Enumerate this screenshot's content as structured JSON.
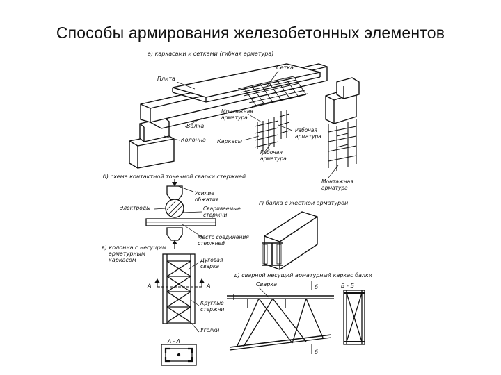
{
  "slide": {
    "title": "Способы армирования железобетонных элементов"
  },
  "figure": {
    "panel_a": {
      "caption": "а) каркасами и сетками    (гибкая   арматура)",
      "labels": {
        "setka": "Сетка",
        "plita": "Плита",
        "montazhnaya_1": "Монтажная",
        "montazhnaya_2": "арматура",
        "balka": "Балка",
        "kolonna": "Колонна",
        "karkasy": "Каркасы",
        "rabochaya_1a": "Рабочая",
        "rabochaya_1b": "арматура",
        "rabochaya_2a": "Рабочая",
        "rabochaya_2b": "арматура",
        "montazhnaya_r1": "Монтажная",
        "montazhnaya_r2": "арматура"
      }
    },
    "panel_b": {
      "caption": "б) схема контактной точечной сварки стержней",
      "labels": {
        "usilie_1": "Усилие",
        "usilie_2": "обжатия",
        "elektrody": "Электроды",
        "svarivaemye_1": "Свариваемые",
        "svarivaemye_2": "стержни",
        "mesto_1": "Место соединения",
        "mesto_2": "стержней"
      }
    },
    "panel_v": {
      "caption_1": "в) колонна с несущим",
      "caption_2": "арматурным",
      "caption_3": "каркасом",
      "labels": {
        "dugovaya_1": "Дуговая",
        "dugovaya_2": "сварка",
        "section_mark_left": "А",
        "section_mark_right": "А",
        "kruglye_1": "Круглые",
        "kruglye_2": "стержни",
        "ugolki": "Уголки",
        "section_title": "А - А"
      }
    },
    "panel_g": {
      "caption": "г) балка с жесткой арматурой"
    },
    "panel_d": {
      "caption": "д) сварной несущий арматурный каркас балки",
      "labels": {
        "svarka": "Сварка",
        "mark_top": "б",
        "mark_bottom": "б",
        "section_title": "Б - Б"
      }
    }
  }
}
